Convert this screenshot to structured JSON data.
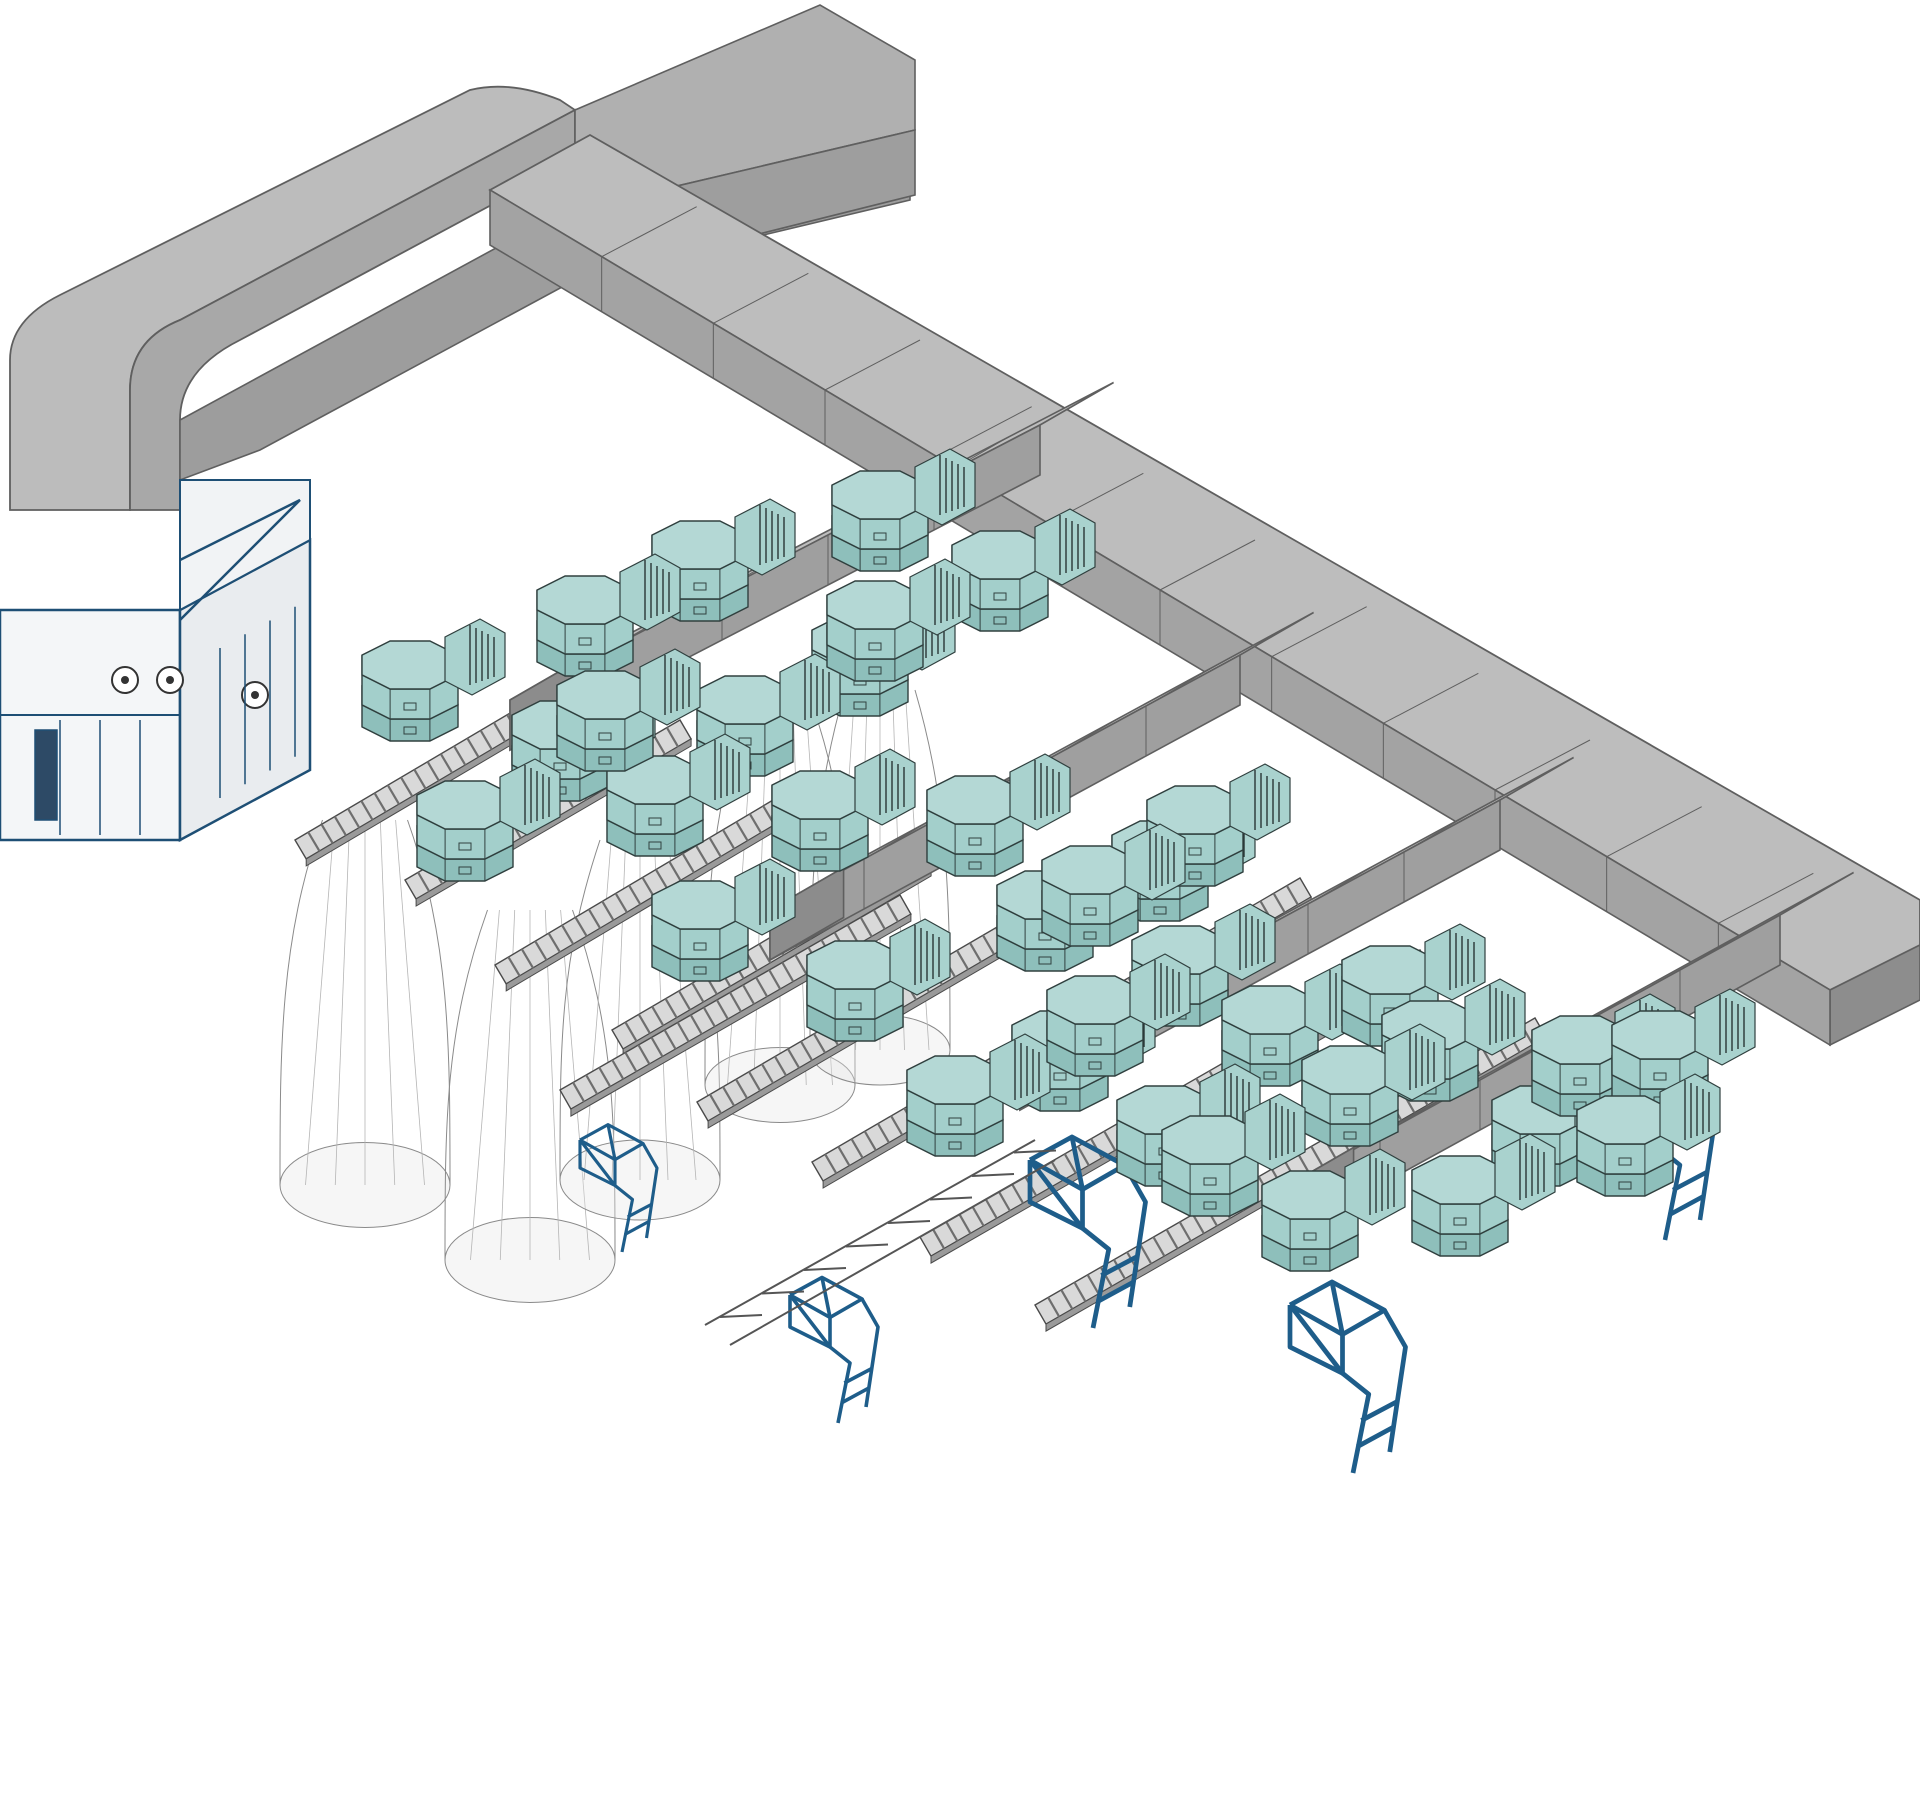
{
  "diagram": {
    "kind": "isometric-hvac-layout",
    "components": {
      "air_handling_unit": "air-handling-unit",
      "main_duct": "main-supply-duct",
      "branch_ducts": "branch-duct",
      "diffusers": "octagonal-diffuser",
      "conveyors": "roller-conveyor",
      "hoist_frames": "lifting-frame",
      "airflow_cones": "airflow-cone"
    },
    "counts": {
      "branch_ducts": 4,
      "diffusers_per_branch": 9,
      "conveyors": 9,
      "hoist_frames": 5
    },
    "colors": {
      "duct_top": "#bdbdbd",
      "duct_side": "#9a9a9a",
      "duct_edge": "#5f5f5f",
      "diffuser_top": "#b4d8d5",
      "diffuser_side": "#8ebfbb",
      "diffuser_edge": "#30403f",
      "frame_blue": "#1e5d8a",
      "ahu_panel": "#f4f6f8",
      "conveyor": "#8c8c8c"
    }
  }
}
